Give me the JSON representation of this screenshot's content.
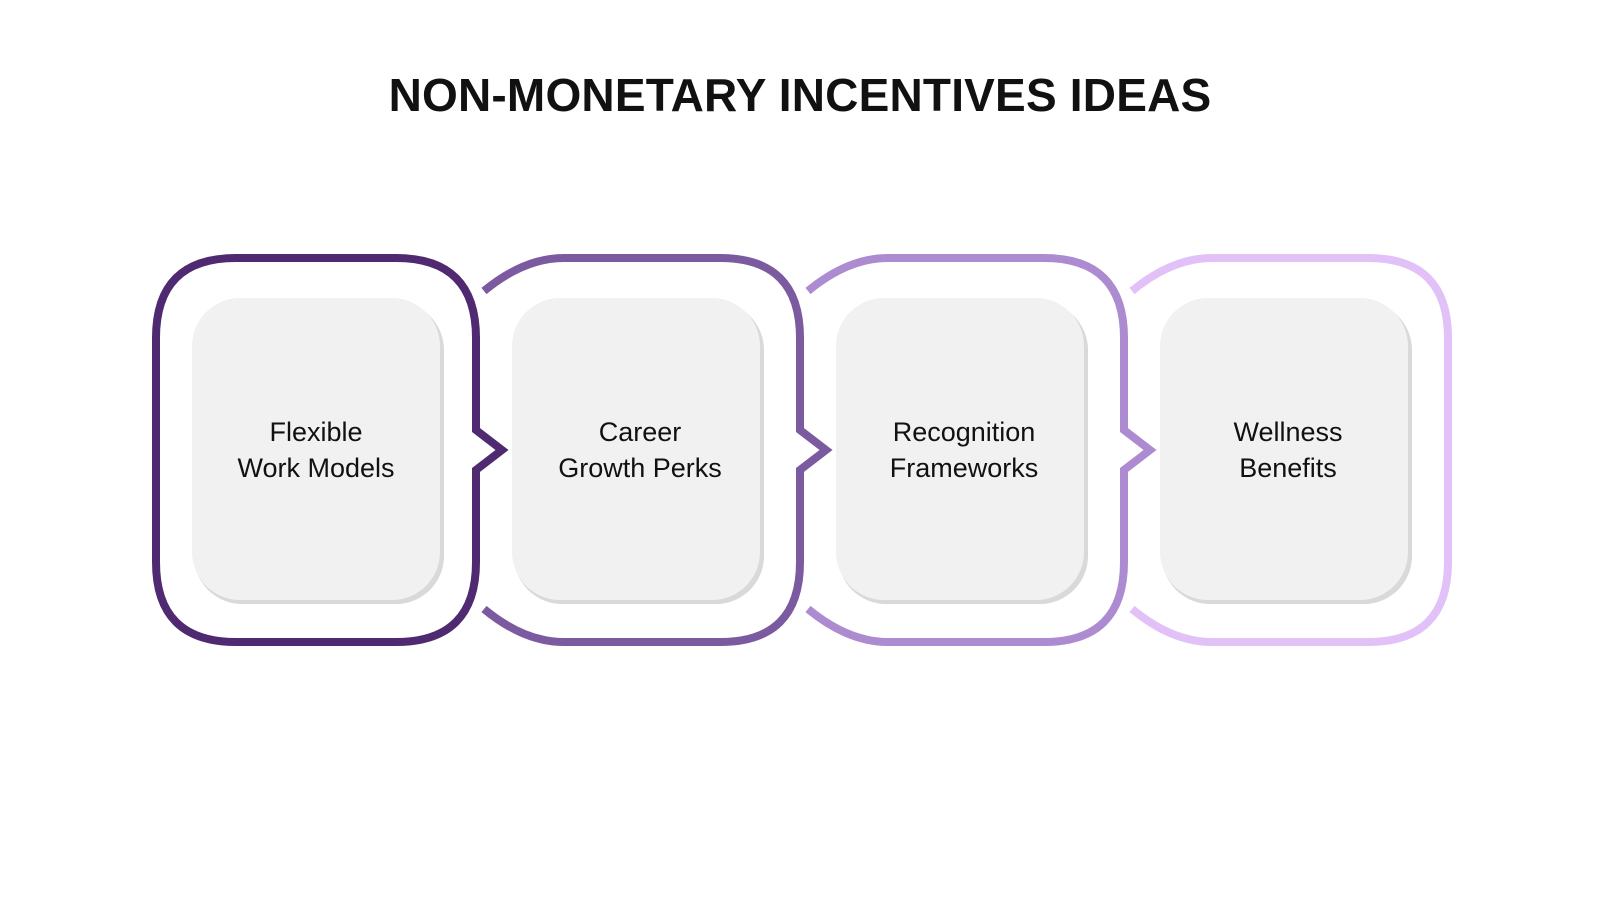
{
  "title": "NON-MONETARY INCENTIVES IDEAS",
  "steps": [
    {
      "line1": "Flexible",
      "line2": "Work Models",
      "color": "#4f2a70"
    },
    {
      "line1": "Career",
      "line2": "Growth Perks",
      "color": "#7c5aa0"
    },
    {
      "line1": "Recognition",
      "line2": "Frameworks",
      "color": "#ad8bd0"
    },
    {
      "line1": "Wellness",
      "line2": "Benefits",
      "color": "#e1c1f7"
    }
  ],
  "colors": {
    "inner_card": "#f1f1f1",
    "inner_shadow": "#d9d9d9"
  }
}
